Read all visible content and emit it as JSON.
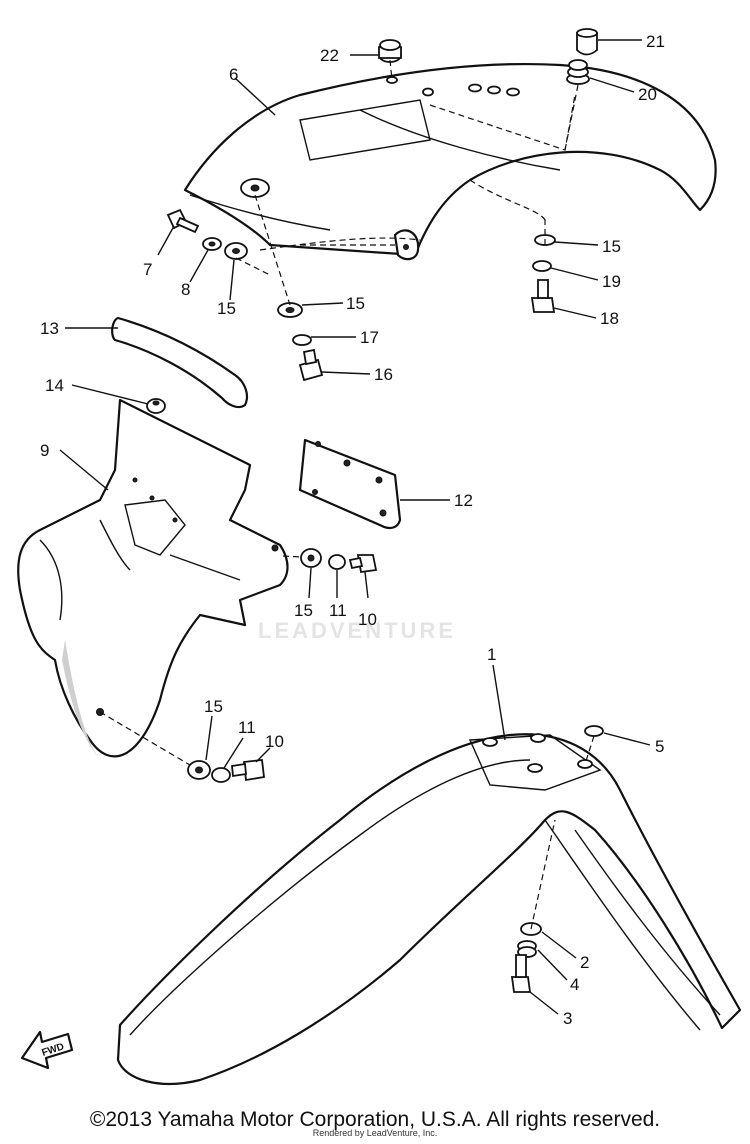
{
  "watermark": "LEADVENTURE",
  "fwd_label": "FWD",
  "footer": {
    "copyright": "©2013 Yamaha Motor Corporation, U.S.A. All rights reserved.",
    "rendered_by": "Rendered by LeadVenture, Inc."
  },
  "callouts": {
    "p1": "1",
    "p2": "2",
    "p3": "3",
    "p4": "4",
    "p5": "5",
    "p6": "6",
    "p7": "7",
    "p8": "8",
    "p9": "9",
    "p10a": "10",
    "p10b": "10",
    "p11a": "11",
    "p11b": "11",
    "p12": "12",
    "p13": "13",
    "p14": "14",
    "p15a": "15",
    "p15b": "15",
    "p15c": "15",
    "p15d": "15",
    "p15e": "15",
    "p16": "16",
    "p17": "17",
    "p18": "18",
    "p19": "19",
    "p20": "20",
    "p21": "21",
    "p22": "22"
  }
}
